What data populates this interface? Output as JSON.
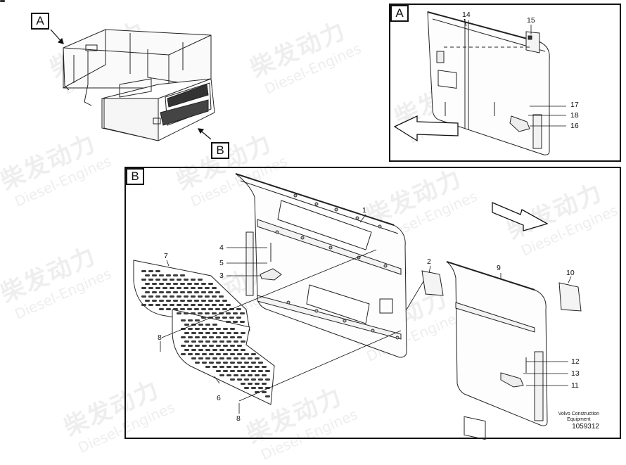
{
  "watermark": {
    "brand_cn": "柴发动力",
    "brand_en": "Diesel-Engines"
  },
  "views": {
    "overview_tag_a": "A",
    "overview_tag_b": "B",
    "detail_a": {
      "tag": "A"
    },
    "detail_b": {
      "tag": "B"
    }
  },
  "callouts_a": [
    "14",
    "15",
    "17",
    "18",
    "16"
  ],
  "callouts_b": [
    "1",
    "2",
    "4",
    "5",
    "3",
    "7",
    "8",
    "6",
    "8",
    "9",
    "10",
    "12",
    "13",
    "11"
  ],
  "footer": {
    "maker_line1": "Volvo Construction",
    "maker_line2": "Equipment",
    "drawing_number": "1059312"
  }
}
